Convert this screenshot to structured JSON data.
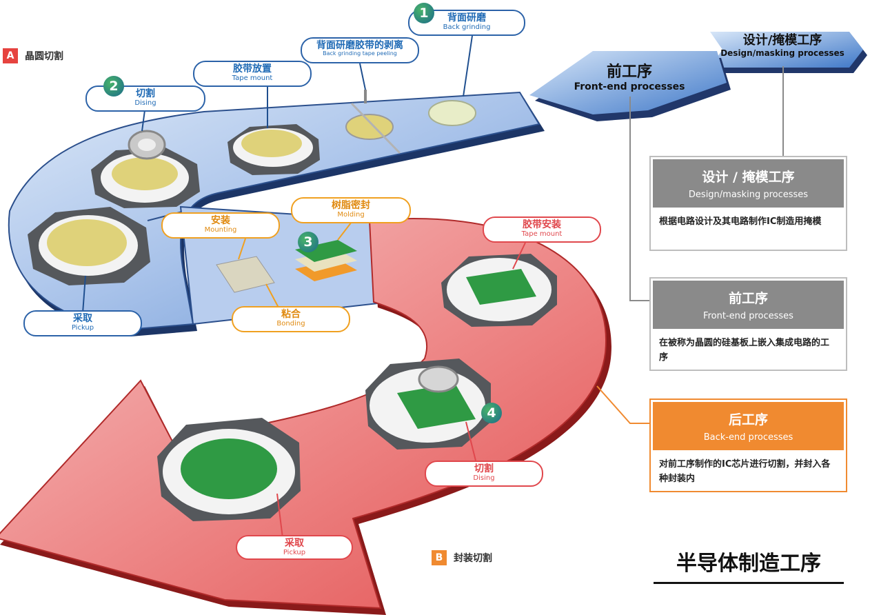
{
  "colors": {
    "blue_track": "#6d9bd8",
    "red_track": "#e85b5b",
    "blue_accent": "#1f6ab5",
    "orange_accent": "#f08a30",
    "red_accent": "#e0474c",
    "green_chip": "#2f9a44",
    "yellow_chip": "#dfd27a",
    "grey_head": "#8a8a8a"
  },
  "section_a": {
    "letter": "A",
    "label": "晶圆切割"
  },
  "section_b": {
    "letter": "B",
    "label": "封装切割"
  },
  "blue_steps": [
    {
      "number": "1",
      "zh": "背面研磨",
      "en": "Back grinding"
    },
    {
      "zh": "背面研磨胶带的剥离",
      "en": "Back grinding tape peeling"
    },
    {
      "zh": "胶带放置",
      "en": "Tape mount"
    },
    {
      "number": "2",
      "zh": "切割",
      "en": "Dising"
    },
    {
      "zh": "采取",
      "en": "Pickup"
    }
  ],
  "mid_steps": [
    {
      "zh": "安装",
      "en": "Mounting"
    },
    {
      "number": "3",
      "zh": "树脂密封",
      "en": "Molding"
    },
    {
      "zh": "粘合",
      "en": "Bonding"
    }
  ],
  "red_steps": [
    {
      "zh": "胶带安装",
      "en": "Tape mount"
    },
    {
      "number": "4",
      "zh": "切割",
      "en": "Dising"
    },
    {
      "zh": "采取",
      "en": "Pickup"
    }
  ],
  "arrows": {
    "design": {
      "zh": "设计/掩模工序",
      "en": "Design/masking processes"
    },
    "front": {
      "zh": "前工序",
      "en": "Front-end processes"
    }
  },
  "info_boxes": [
    {
      "zh": "设计 / 掩模工序",
      "en": "Design/masking processes",
      "desc": "根据电路设计及其电路制作IC制造用掩模"
    },
    {
      "zh": "前工序",
      "en": "Front-end processes",
      "desc": "在被称为晶圆的硅基板上嵌入集成电路的工序"
    },
    {
      "zh": "后工序",
      "en": "Back-end processes",
      "desc": "对前工序制作的IC芯片进行切割，并封入各种封装内"
    }
  ],
  "main_title": "半导体制造工序"
}
